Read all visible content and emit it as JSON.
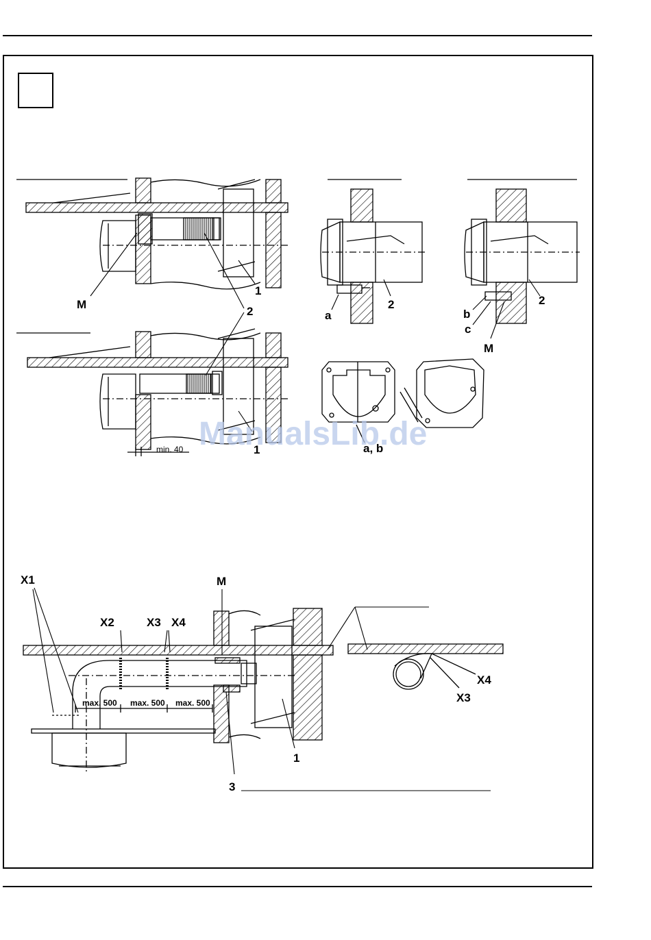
{
  "labels": {
    "top_left": {
      "one": "1",
      "two": "2",
      "m": "M",
      "one_b": "1",
      "min": "min. 40"
    },
    "top_right_a": {
      "a": "a",
      "two": "2"
    },
    "top_right_b": {
      "b": "b",
      "c": "c",
      "two": "2",
      "m": "M"
    },
    "plates": {
      "ab": "a, b"
    },
    "bottom": {
      "x1": "X1",
      "x2": "X2",
      "x3": "X3",
      "x4": "X4",
      "m": "M",
      "max1": "max. 500",
      "max2": "max. 500",
      "max3": "max. 500",
      "one": "1",
      "three": "3"
    },
    "detail": {
      "x3": "X3",
      "x4": "X4"
    }
  },
  "watermark": "ManualsLib.de",
  "colors": {
    "line": "#000000",
    "watermark": "#b8c9ea"
  }
}
